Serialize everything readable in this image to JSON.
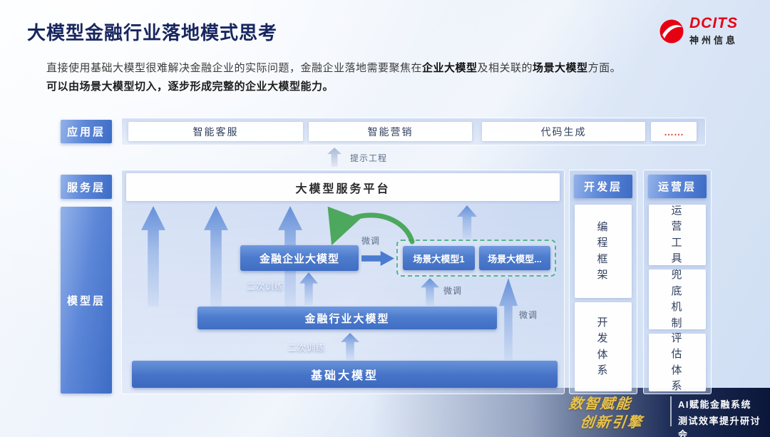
{
  "header": {
    "title": "大模型金融行业落地模式思考",
    "logo": {
      "en": "DCITS",
      "cn": "神州信息"
    }
  },
  "intro": {
    "l1p1": "直接使用基础大模型很难解决金融企业的实际问题，金融企业落地需要聚焦在",
    "l1p2": "企业大模型",
    "l1p3": "及相关联的",
    "l1p4": "场景大模型",
    "l1p5": "方面。",
    "line2": "可以由场景大模型切入，逐步形成完整的企业大模型能力。"
  },
  "layers": {
    "application": {
      "label": "应用层",
      "items": [
        "智能客服",
        "智能营销",
        "代码生成"
      ],
      "more": "……"
    },
    "service": {
      "label": "服务层",
      "platform": "大模型服务平台"
    },
    "model": {
      "label": "模型层",
      "enterprise_model": "金融企业大模型",
      "scene_model_1": "场景大模型1",
      "scene_model_more": "场景大模型...",
      "industry_model": "金融行业大模型",
      "base_model": "基础大模型"
    },
    "development": {
      "label": "开发层",
      "items": [
        "编程框架",
        "开发体系"
      ]
    },
    "operation": {
      "label": "运营层",
      "items": [
        "运营工具",
        "兜底机制",
        "评估体系"
      ]
    }
  },
  "annotations": {
    "prompt_engineering": "提示工程",
    "fine_tune": "微调",
    "secondary_training": "二次训练"
  },
  "footer": {
    "slogan_l1": "数智赋能",
    "slogan_l2": "创新引擎",
    "event_l1": "AI赋能金融系统",
    "event_l2": "测试效率提升研讨会"
  },
  "colors": {
    "accent_blue": "#4472c9",
    "box_blue": "#4a7ed0",
    "green_arrow": "#3fa34d",
    "gold": "#e8c24a",
    "logo_red": "#e60012"
  }
}
